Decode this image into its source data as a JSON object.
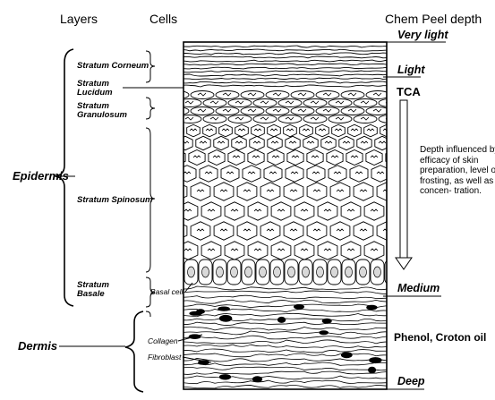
{
  "headers": {
    "layers": "Layers",
    "cells": "Cells",
    "peel_depth": "Chem Peel depth"
  },
  "layers": {
    "stratum_corneum": "Stratum Corneum",
    "stratum_lucidum": [
      "Stratum",
      "Lucidum"
    ],
    "stratum_granulosum": [
      "Stratum",
      "Granulosum"
    ],
    "stratum_spinosum": "Stratum Spinosum",
    "stratum_basale": [
      "Stratum",
      "Basale"
    ],
    "epidermis": "Epidermis",
    "dermis": "Dermis"
  },
  "cells": {
    "basal_cell": "Basal cell",
    "collagen": "Collagen",
    "fibroblast": "Fibroblast"
  },
  "depths": {
    "very_light": "Very light",
    "light": "Light",
    "tca": "TCA",
    "medium": "Medium",
    "phenol": "Phenol, Croton oil",
    "deep": "Deep"
  },
  "depth_note": "Depth influenced by  efficacy of skin preparation, level of frosting, as well as concen- tration."
}
